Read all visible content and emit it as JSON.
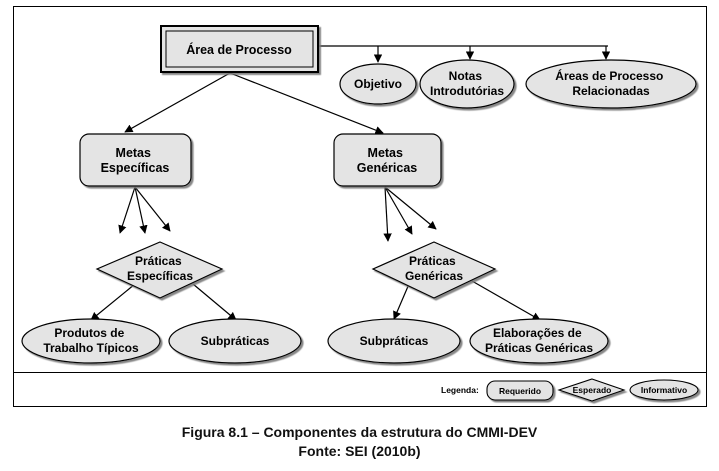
{
  "colors": {
    "fill": "#e4e4e4",
    "stroke": "#000000",
    "background": "#ffffff"
  },
  "nodes": {
    "area_processo": [
      "Área de Processo"
    ],
    "objetivo": [
      "Objetivo"
    ],
    "notas": [
      "Notas",
      "Introdutórias"
    ],
    "areas_relacionadas": [
      "Áreas de Processo",
      "Relacionadas"
    ],
    "metas_especificas": [
      "Metas",
      "Específicas"
    ],
    "metas_genericas": [
      "Metas",
      "Genéricas"
    ],
    "praticas_especificas": [
      "Práticas",
      "Específicas"
    ],
    "praticas_genericas": [
      "Práticas",
      "Genéricas"
    ],
    "produtos_trabalho": [
      "Produtos de",
      "Trabalho Típicos"
    ],
    "subpraticas_esq": [
      "Subpráticas"
    ],
    "subpraticas_dir": [
      "Subpráticas"
    ],
    "elaboracoes": [
      "Elaborações de",
      "Práticas Genéricas"
    ]
  },
  "legend": {
    "title": "Legenda:",
    "requerido": "Requerido",
    "esperado": "Esperado",
    "informativo": "Informativo"
  },
  "caption": {
    "figure": "Figura 8.1 – Componentes da estrutura do CMMI-DEV",
    "source": "Fonte: SEI (2010b)"
  }
}
